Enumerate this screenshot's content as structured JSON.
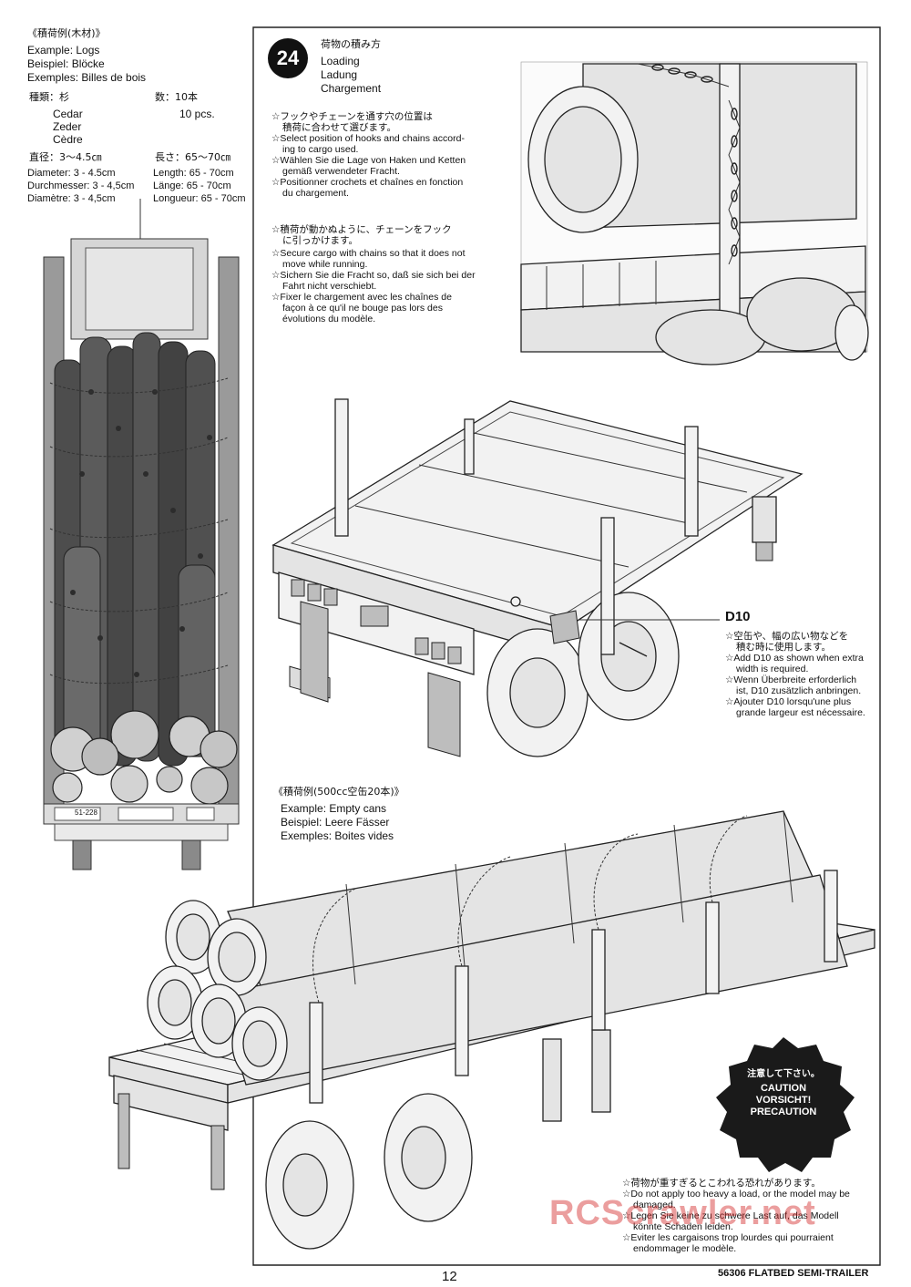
{
  "logs": {
    "title_jp": "《積荷例(木材)》",
    "example_en": "Example: Logs",
    "example_de": "Beispiel: Blöcke",
    "example_fr": "Exemples: Billes de bois",
    "kind_jp": "種類：杉",
    "count_jp": "数：10本",
    "cedar_en": "Cedar",
    "cedar_de": "Zeder",
    "cedar_fr": "Cèdre",
    "pcs": "10 pcs.",
    "diameter_jp": "直径：3～4.5㎝",
    "length_jp": "長さ：65～70㎝",
    "diameter_en": "Diameter: 3 - 4.5cm",
    "diameter_de": "Durchmesser: 3 - 4,5cm",
    "diameter_fr": "Diamètre: 3 - 4,5cm",
    "length_en": "Length: 65 - 70cm",
    "length_de": "Länge: 65 - 70cm",
    "length_fr": "Longueur: 65 - 70cm",
    "plate_text": "51-228"
  },
  "step": {
    "number": "24",
    "title_jp": "荷物の積み方",
    "title_en": "Loading",
    "title_de": "Ladung",
    "title_fr": "Chargement",
    "note1": [
      "☆フックやチェーンを通す穴の位置は",
      "積荷に合わせて選びます。",
      "☆Select position of hooks and chains accord-",
      "ing to cargo used.",
      "☆Wählen Sie die Lage von Haken und Ketten",
      "gemäß verwendeter Fracht.",
      "☆Positionner crochets et chaînes en fonction",
      "du chargement."
    ],
    "note2": [
      "☆積荷が動かぬように、チェーンをフック",
      "に引っかけます。",
      "☆Secure cargo with chains so that it does not",
      "move while running.",
      "☆Sichern Sie die Fracht so, daß sie sich bei der",
      "Fahrt nicht verschiebt.",
      "☆Fixer le chargement avec les chaînes de",
      "façon à ce qu'il ne bouge pas lors des",
      "évolutions du modèle."
    ]
  },
  "d10": {
    "part": "D10",
    "lines": [
      "☆空缶や、幅の広い物などを",
      "積む時に使用します。",
      "☆Add D10 as shown when extra",
      "width is required.",
      "☆Wenn Überbreite erforderlich",
      "ist, D10 zusätzlich anbringen.",
      "☆Ajouter D10 lorsqu'une plus",
      "grande largeur est nécessaire."
    ]
  },
  "cans": {
    "title_jp": "《積荷例(500cc空缶20本)》",
    "example_en": "Example: Empty cans",
    "example_de": "Beispiel: Leere Fässer",
    "example_fr": "Exemples: Boites vides"
  },
  "caution": {
    "badge_jp": "注意して下さい。",
    "badge_en": "CAUTION",
    "badge_de": "VORSICHT!",
    "badge_fr": "PRECAUTION",
    "lines": [
      "☆荷物が重すぎるとこわれる恐れがあります。",
      "☆Do not apply too heavy a load, or the model may be",
      "damaged.",
      "☆Legen Sie keine zu schwere Last auf, das Modell",
      "könnte Schaden leiden.",
      "☆Eviter les cargaisons trop lourdes qui pourraient",
      "endommager le modèle."
    ]
  },
  "footer": {
    "page_number": "12",
    "product": "56306 FLATBED SEMI-TRAILER",
    "watermark": "RCScrawler.net"
  }
}
